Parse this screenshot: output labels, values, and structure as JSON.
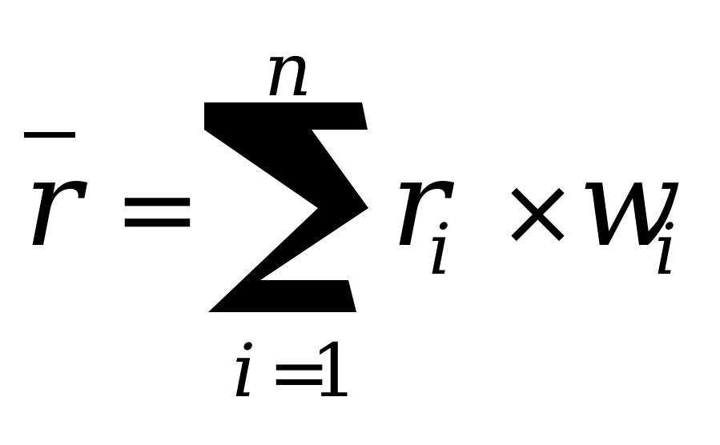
{
  "formula": {
    "lhs": "r",
    "equals": "=",
    "sum_symbol": "∑",
    "upper_limit": "n",
    "lower_index": "i",
    "lower_equals": "=",
    "lower_value": "1",
    "term1": "r",
    "term1_subscript": "i",
    "operator": "×",
    "term2": "w",
    "term2_subscript": "i"
  }
}
